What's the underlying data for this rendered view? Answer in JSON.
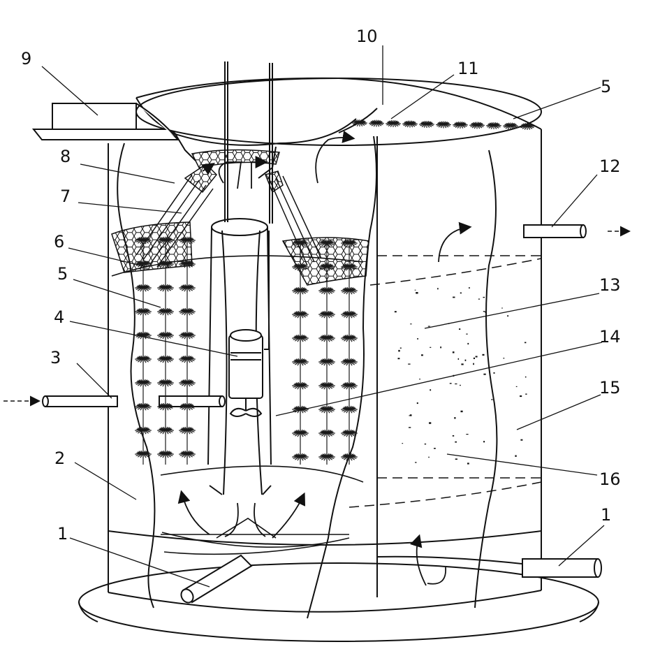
{
  "figure": {
    "labels": [
      {
        "id": "1",
        "text": "1"
      },
      {
        "id": "1b",
        "text": "1"
      },
      {
        "id": "2",
        "text": "2"
      },
      {
        "id": "3",
        "text": "3"
      },
      {
        "id": "4",
        "text": "4"
      },
      {
        "id": "5",
        "text": "5"
      },
      {
        "id": "5b",
        "text": "5"
      },
      {
        "id": "6",
        "text": "6"
      },
      {
        "id": "7",
        "text": "7"
      },
      {
        "id": "8",
        "text": "8"
      },
      {
        "id": "9",
        "text": "9"
      },
      {
        "id": "10",
        "text": "10"
      },
      {
        "id": "11",
        "text": "11"
      },
      {
        "id": "12",
        "text": "12"
      },
      {
        "id": "13",
        "text": "13"
      },
      {
        "id": "14",
        "text": "14"
      },
      {
        "id": "15",
        "text": "15"
      },
      {
        "id": "16",
        "text": "16"
      }
    ]
  },
  "colors": {
    "ink": "#111111",
    "paper": "#ffffff",
    "fiber": "#1a1a1a"
  }
}
